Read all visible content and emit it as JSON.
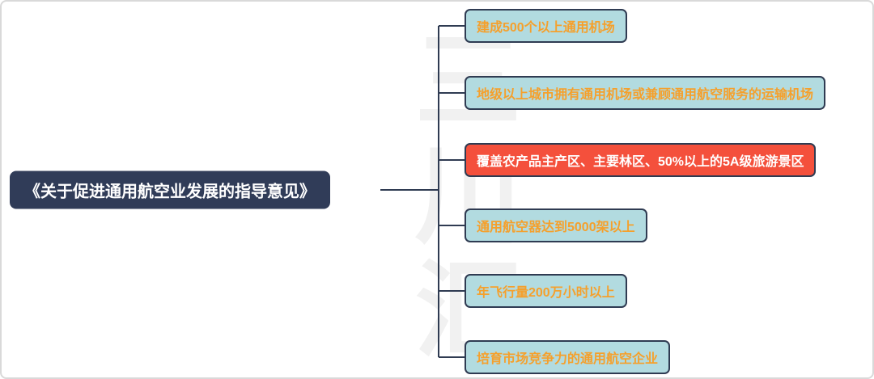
{
  "diagram": {
    "type": "mindmap",
    "root": {
      "label": "《关于促进通用航空业发展的指导意见》"
    },
    "branches": [
      {
        "label": "建成500个以上通用机场",
        "type": "normal"
      },
      {
        "label": "地级以上城市拥有通用机场或兼顾通用航空服务的运输机场",
        "type": "normal"
      },
      {
        "label": "覆盖农产品主产区、主要林区、50%以上的5A级旅游景区",
        "type": "highlight"
      },
      {
        "label": "通用航空器达到5000架以上",
        "type": "normal"
      },
      {
        "label": "年飞行量200万小时以上",
        "type": "normal"
      },
      {
        "label": "培育市场竞争力的通用航空企业",
        "type": "normal"
      }
    ],
    "watermark": {
      "text": "三川汇"
    },
    "colors": {
      "root_fill": "#303c58",
      "root_text": "#ffffff",
      "branch_fill": "#b2dbe0",
      "branch_border": "#2f3b52",
      "branch_text": "#f5a02c",
      "highlight_fill": "#f4503c",
      "highlight_text": "#ffffff",
      "connector": "#2f3b52",
      "frame_border": "#d9d9d9"
    }
  }
}
